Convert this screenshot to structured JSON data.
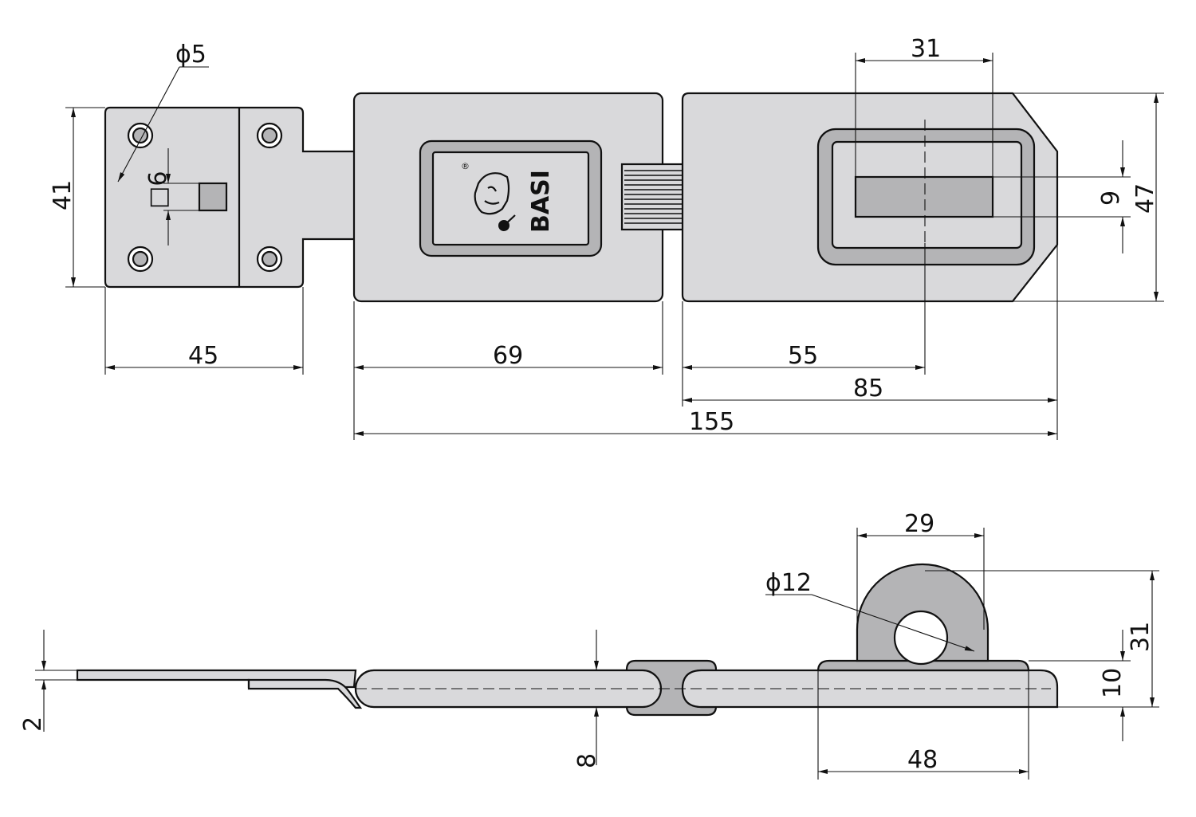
{
  "colors": {
    "part_fill": "#d9d9db",
    "part_dark": "#b4b4b6",
    "line": "#111111",
    "background": "#ffffff"
  },
  "logo": {
    "brand": "BASI",
    "registered_mark": "®"
  },
  "dimensions_top": {
    "hole_diameter": "ϕ5",
    "square": "□6",
    "plate_height": "41",
    "plate_width": "45",
    "hinge_leaf_length": "69",
    "slot_center": "55",
    "hasp_length": "85",
    "overall_length": "155",
    "slot_width": "31",
    "slot_height": "9",
    "hasp_height": "47"
  },
  "dimensions_side": {
    "thickness": "2",
    "hinge_diameter": "8",
    "eye_diameter": "ϕ12",
    "eye_width": "29",
    "eye_height": "31",
    "base_height": "10",
    "base_length": "48"
  }
}
